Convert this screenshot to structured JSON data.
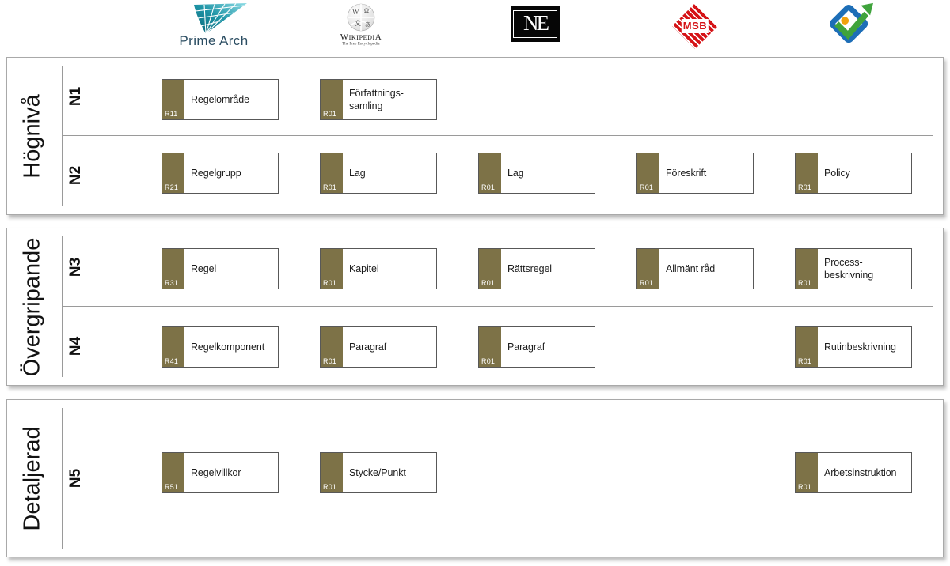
{
  "header": {
    "logos": [
      {
        "name": "prime-arch",
        "label": "Prime Arch"
      },
      {
        "name": "wikipedia",
        "label": "WikipediA",
        "tagline": "The Free Encyclopedia"
      },
      {
        "name": "ne",
        "label": "NE"
      },
      {
        "name": "msb",
        "label": "MSB"
      },
      {
        "name": "diamond-arrow",
        "label": ""
      }
    ]
  },
  "sections": [
    {
      "title": "Högnivå",
      "rows": [
        {
          "level": "N1",
          "boxes": [
            {
              "code": "R11",
              "label": "Regelområde"
            },
            {
              "code": "R01",
              "label": "Författnings-samling"
            }
          ]
        },
        {
          "level": "N2",
          "boxes": [
            {
              "code": "R21",
              "label": "Regelgrupp"
            },
            {
              "code": "R01",
              "label": "Lag"
            },
            {
              "code": "R01",
              "label": "Lag"
            },
            {
              "code": "R01",
              "label": "Föreskrift"
            },
            {
              "code": "R01",
              "label": "Policy"
            }
          ]
        }
      ]
    },
    {
      "title": "Övergripande",
      "rows": [
        {
          "level": "N3",
          "boxes": [
            {
              "code": "R31",
              "label": "Regel"
            },
            {
              "code": "R01",
              "label": "Kapitel"
            },
            {
              "code": "R01",
              "label": "Rättsregel"
            },
            {
              "code": "R01",
              "label": "Allmänt råd"
            },
            {
              "code": "R01",
              "label": "Process-beskrivning"
            }
          ]
        },
        {
          "level": "N4",
          "boxes": [
            {
              "code": "R41",
              "label": "Regelkomponent"
            },
            {
              "code": "R01",
              "label": "Paragraf"
            },
            {
              "code": "R01",
              "label": "Paragraf"
            },
            {
              "code": "R01",
              "label": "Rutinbeskrivning"
            }
          ]
        }
      ]
    },
    {
      "title": "Detaljerad",
      "rows": [
        {
          "level": "N5",
          "boxes": [
            {
              "code": "R51",
              "label": "Regelvillkor"
            },
            {
              "code": "R01",
              "label": "Stycke/Punkt"
            },
            {
              "code": "R01",
              "label": "Arbetsinstruktion"
            }
          ]
        }
      ]
    }
  ],
  "colors": {
    "tab_olive": "#7d7247",
    "msb_red": "#d51317",
    "prime_teal_dark": "#0b6577",
    "prime_teal_light": "#8fdde6",
    "prime_text": "#2b4d62",
    "logo5_blue": "#1d6eb7",
    "logo5_green": "#3fa33c",
    "logo5_orange": "#f0a20e"
  }
}
